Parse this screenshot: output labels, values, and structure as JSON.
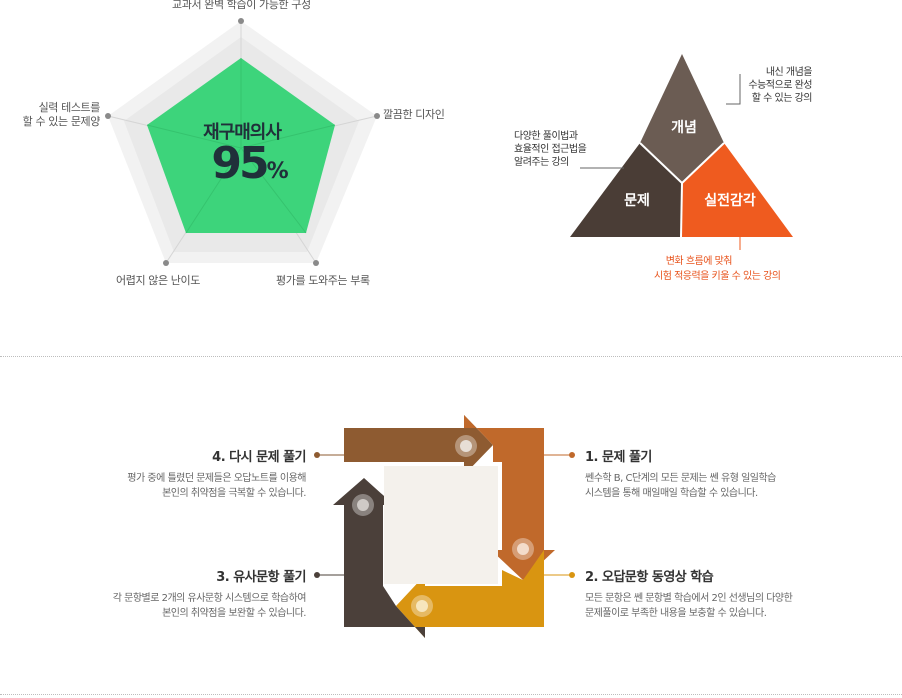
{
  "radar": {
    "center_title": "재구매의사",
    "center_value": "95",
    "center_unit": "%",
    "labels": {
      "top": "교과서 완벽 학습이 가능한 구성",
      "right": "깔끔한 디자인",
      "bottom_right": "평가를 도와주는 부록",
      "bottom_left": "어렵지 않은 난이도",
      "left_line1": "실력 테스트를",
      "left_line2": "할 수 있는 문제양"
    },
    "colors": {
      "fill": "#3cd37a",
      "bg": "#f1f1f1"
    }
  },
  "triangle": {
    "top": "개념",
    "left": "문제",
    "right": "실전감각",
    "top_desc": [
      "내신 개념을",
      "수능적으로 완성",
      "할 수 있는 강의"
    ],
    "left_desc": [
      "다양한 풀이법과",
      "효율적인 접근법을",
      "알려주는 강의"
    ],
    "right_desc": [
      "변화 흐름에 맞춰",
      "시험 적응력을 키울 수 있는 강의"
    ],
    "colors": {
      "top": "#6b5c52",
      "left": "#4a3d36",
      "right": "#ee5a1e"
    }
  },
  "cycle": {
    "steps": [
      {
        "title": "1. 문제 풀기",
        "desc": [
          "쎈수학 B, C단계의 모든 문제는 쎈 유형 일일학습",
          "시스템을 통해 매일매일 학습할 수 있습니다."
        ]
      },
      {
        "title": "2. 오답문항 동영상 학습",
        "desc": [
          "모든 문항은 쎈 문항별 학습에서 2인 선생님의 다양한",
          "문제풀이로 부족한 내용을 보충할 수 있습니다."
        ]
      },
      {
        "title": "3. 유사문항 풀기",
        "desc": [
          "각 문항별로 2개의 유사문항 시스템으로 학습하여",
          "본인의 취약점을 보완할 수 있습니다."
        ]
      },
      {
        "title": "4. 다시 문제 풀기",
        "desc": [
          "평가 중에 틀렸던 문제들은 오답노트를 이용해",
          "본인의 취약점을 극복할 수 있습니다."
        ]
      }
    ],
    "colors": {
      "top": "#8d5a2f",
      "right": "#c0682a",
      "bottom": "#d99410",
      "left": "#4a3f39"
    }
  }
}
